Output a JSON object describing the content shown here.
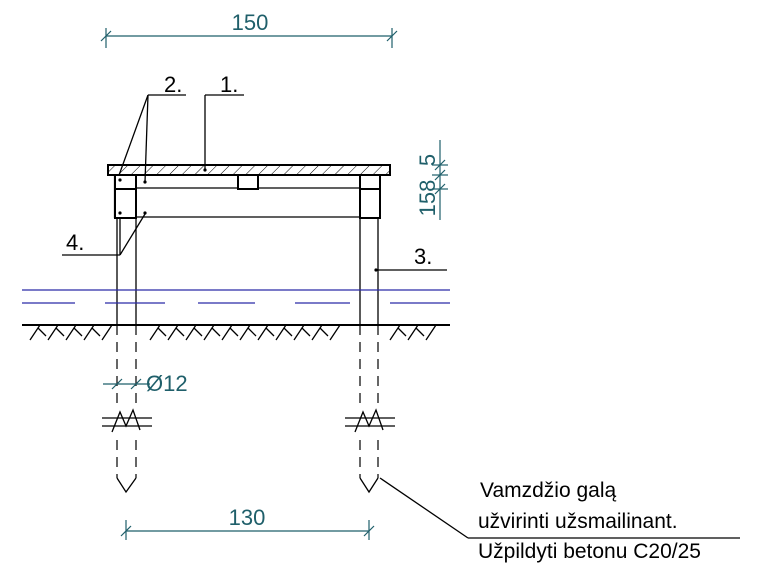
{
  "dimensions": {
    "top_width": "150",
    "bottom_spacing": "130",
    "pipe_diameter": "Ø12",
    "plank_thickness": "5",
    "beam_height": "158"
  },
  "callouts": {
    "item1": "1.",
    "item2": "2.",
    "item3": "3.",
    "item4": "4."
  },
  "note": {
    "line1": "Vamzdžio galą",
    "line2": "užvirinti užsmailinant.",
    "line3": "Užpildyti betonu C20/25"
  },
  "colors": {
    "dimension": "#1f5f6a",
    "water_line": "#2a2aa8",
    "drawing": "#000000"
  }
}
